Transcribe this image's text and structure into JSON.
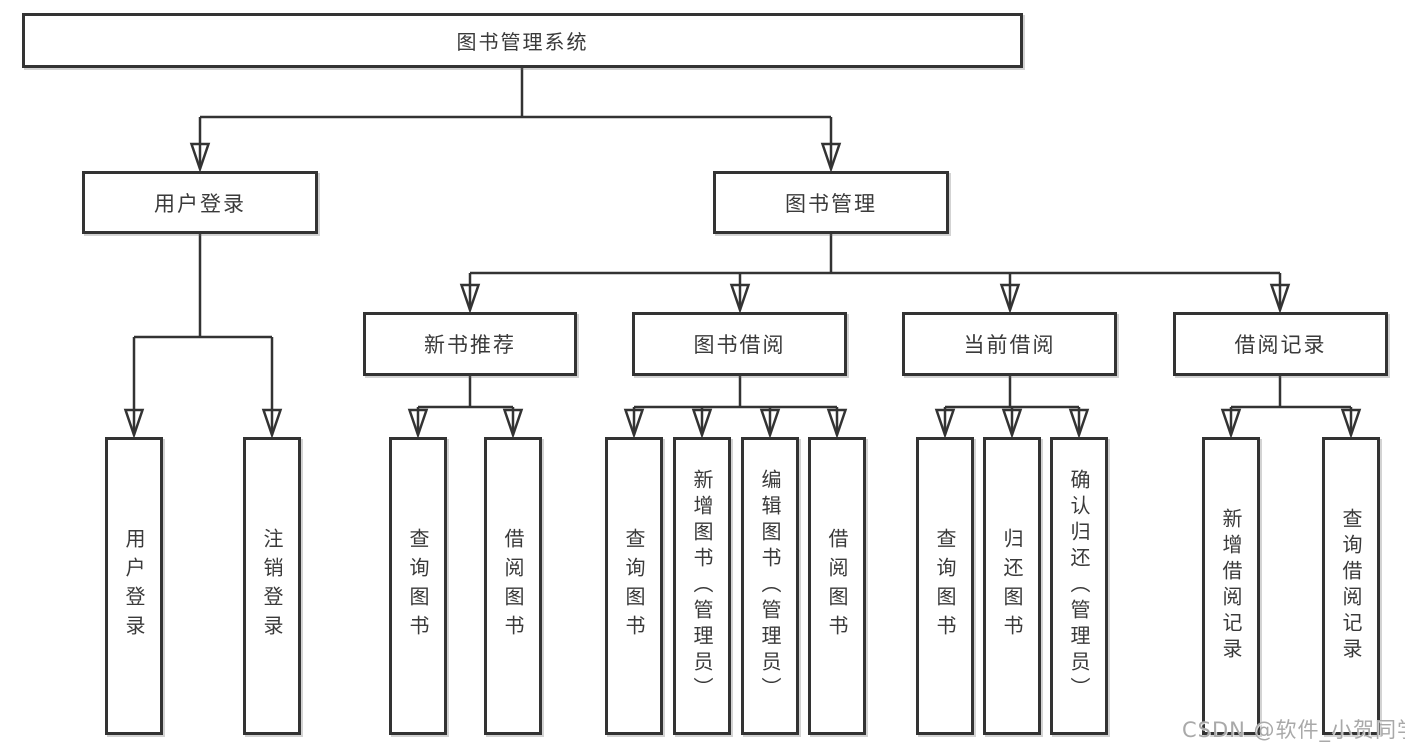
{
  "colors": {
    "line": "#333333",
    "box_border": "#333333",
    "box_fill": "#ffffff",
    "text": "#3a3a3a",
    "watermark": "#a9a9a9",
    "background": "#ffffff"
  },
  "watermark": {
    "text": "CSDN @软件_小贺同学"
  },
  "tree": {
    "root": {
      "label": "图书管理系统"
    },
    "branches": [
      {
        "label": "用户登录",
        "leaves": [
          "用户登录",
          "注销登录"
        ]
      },
      {
        "label": "图书管理",
        "groups": [
          {
            "label": "新书推荐",
            "leaves": [
              "查询图书",
              "借阅图书"
            ]
          },
          {
            "label": "图书借阅",
            "leaves": [
              "查询图书",
              "新增图书（管理员）",
              "编辑图书（管理员）",
              "借阅图书"
            ]
          },
          {
            "label": "当前借阅",
            "leaves": [
              "查询图书",
              "归还图书",
              "确认归还（管理员）"
            ]
          },
          {
            "label": "借阅记录",
            "leaves": [
              "新增借阅记录",
              "查询借阅记录"
            ]
          }
        ]
      }
    ]
  }
}
